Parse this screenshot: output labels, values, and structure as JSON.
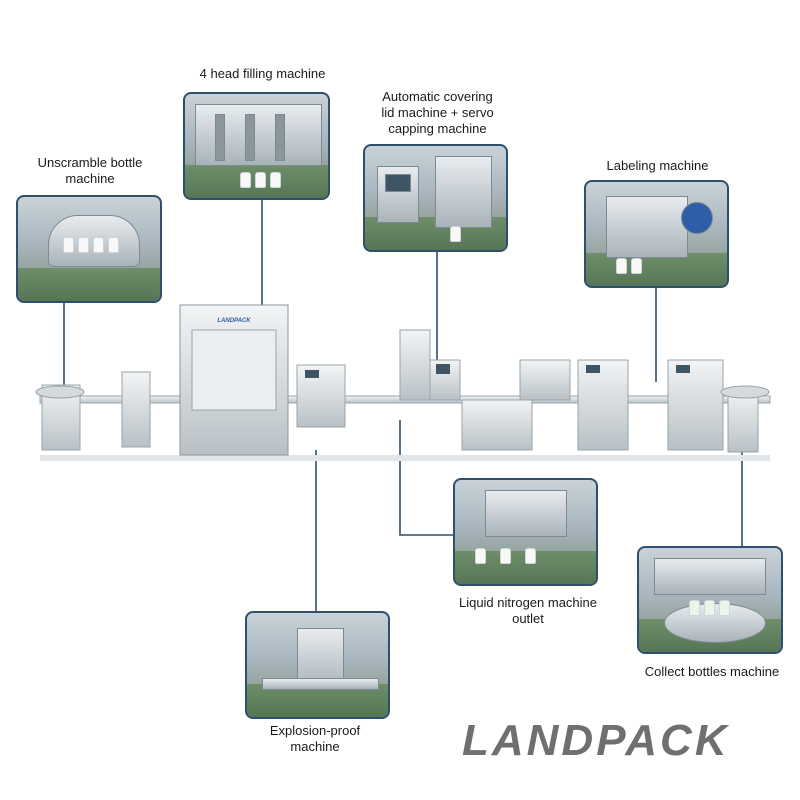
{
  "labels": {
    "filling": "4 head filling machine",
    "covering": "Automatic covering\nlid machine + servo\ncapping machine",
    "unscramble": "Unscramble bottle\nmachine",
    "labeling": "Labeling machine",
    "nitrogen": "Liquid nitrogen machine\noutlet",
    "collect": "Collect bottles machine",
    "explosion": "Explosion-proof\nmachine"
  },
  "brand": {
    "logo": "LANDPACK",
    "machine_plate": "LANDPACK"
  },
  "colors": {
    "frame": "#2f4f6f",
    "connector": "#2f4f6f",
    "logo": "#6f6f6f"
  }
}
